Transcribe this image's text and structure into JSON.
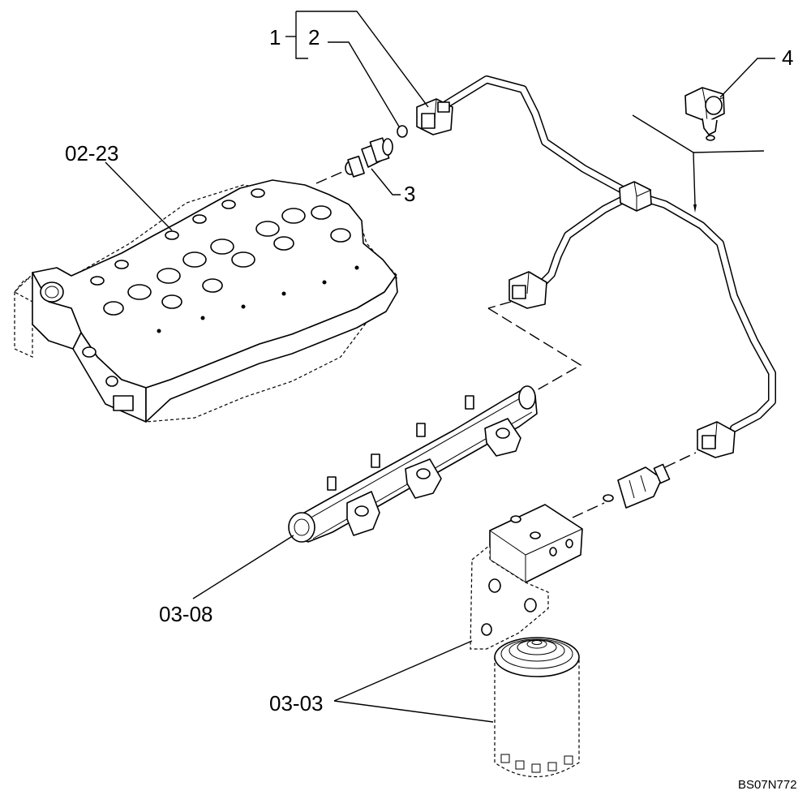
{
  "diagram": {
    "callouts": {
      "c1": "1",
      "c2": "2",
      "c3": "3",
      "c4": "4",
      "cylinder_head": "02-23",
      "fuel_rail": "03-08",
      "fuel_filter": "03-03"
    },
    "reference_code": "BS07N772"
  }
}
